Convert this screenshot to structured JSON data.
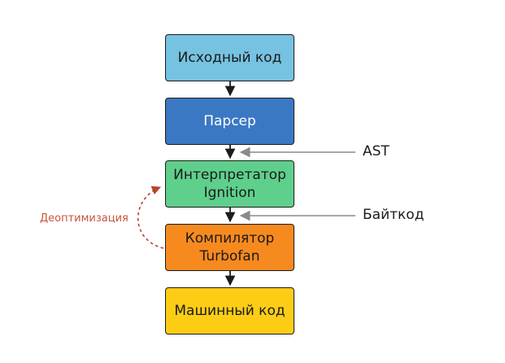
{
  "diagram": {
    "boxes": {
      "source": {
        "line1": "Исходный код",
        "color": "#76c2e1"
      },
      "parser": {
        "line1": "Парсер",
        "color": "#3a78c4"
      },
      "interp": {
        "line1": "Интерпретатор",
        "line2": "Ignition",
        "color": "#5fcf8c"
      },
      "compile": {
        "line1": "Компилятор",
        "line2": "Turbofan",
        "color": "#f78a1f"
      },
      "machine": {
        "line1": "Машинный код",
        "color": "#fdcd16"
      }
    },
    "side_labels": {
      "ast": "AST",
      "bytecode": "Байткод"
    },
    "loop_label": "Деоптимизация",
    "colors": {
      "arrow": "#1c1c1c",
      "side_arrow": "#8a8a8a",
      "loop_arrow": "#b5452d"
    }
  }
}
